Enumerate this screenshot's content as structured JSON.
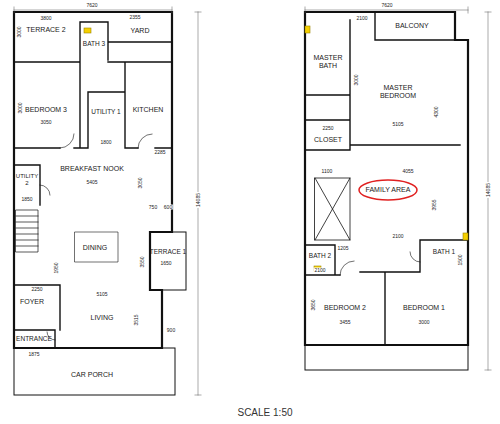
{
  "diagram": {
    "caption": "SCALE 1:50",
    "nodes": [
      {
        "text": [
          "TERRACE 2"
        ]
      },
      {
        "text": [
          "YARD"
        ]
      },
      {
        "text": [
          "BATH 3"
        ]
      },
      {
        "text": [
          "BEDROOM 3"
        ]
      },
      {
        "text": [
          "UTILITY 1"
        ]
      },
      {
        "text": [
          "KITCHEN"
        ]
      },
      {
        "text": [
          "UTILITY 2"
        ]
      },
      {
        "text": [
          "BREAKFAST NOOK"
        ]
      },
      {
        "text": [
          "DINING"
        ]
      },
      {
        "text": [
          "TERRACE 1"
        ]
      },
      {
        "text": [
          "FOYER"
        ]
      },
      {
        "text": [
          "LIVING"
        ]
      },
      {
        "text": [
          "ENTRANCE"
        ]
      },
      {
        "text": [
          "CAR PORCH"
        ]
      },
      {
        "text": [
          "BALCONY"
        ]
      },
      {
        "text": [
          "MASTER BATH"
        ]
      },
      {
        "text": [
          "MASTER BEDROOM"
        ]
      },
      {
        "text": [
          "CLOSET"
        ]
      },
      {
        "text": [
          "FAMILY AREA"
        ]
      },
      {
        "text": [
          "BATH 2"
        ]
      },
      {
        "text": [
          "BATH 1"
        ]
      },
      {
        "text": [
          "BEDROOM 2"
        ]
      },
      {
        "text": [
          "BEDROOM 1"
        ]
      }
    ],
    "labels": [
      "7620",
      "3800",
      "3000",
      "2355",
      "3000",
      "3050",
      "1800",
      "2285",
      "1850",
      "5405",
      "3050",
      "750",
      "600",
      "1950",
      "3550",
      "1650",
      "2250",
      "5105",
      "3515",
      "900",
      "1875",
      "14085",
      "7620",
      "2100",
      "3000",
      "5105",
      "4300",
      "2250",
      "1100",
      "4055",
      "3955",
      "1205",
      "2100",
      "2100",
      "1500",
      "3650",
      "3455",
      "3000",
      "14085"
    ]
  }
}
